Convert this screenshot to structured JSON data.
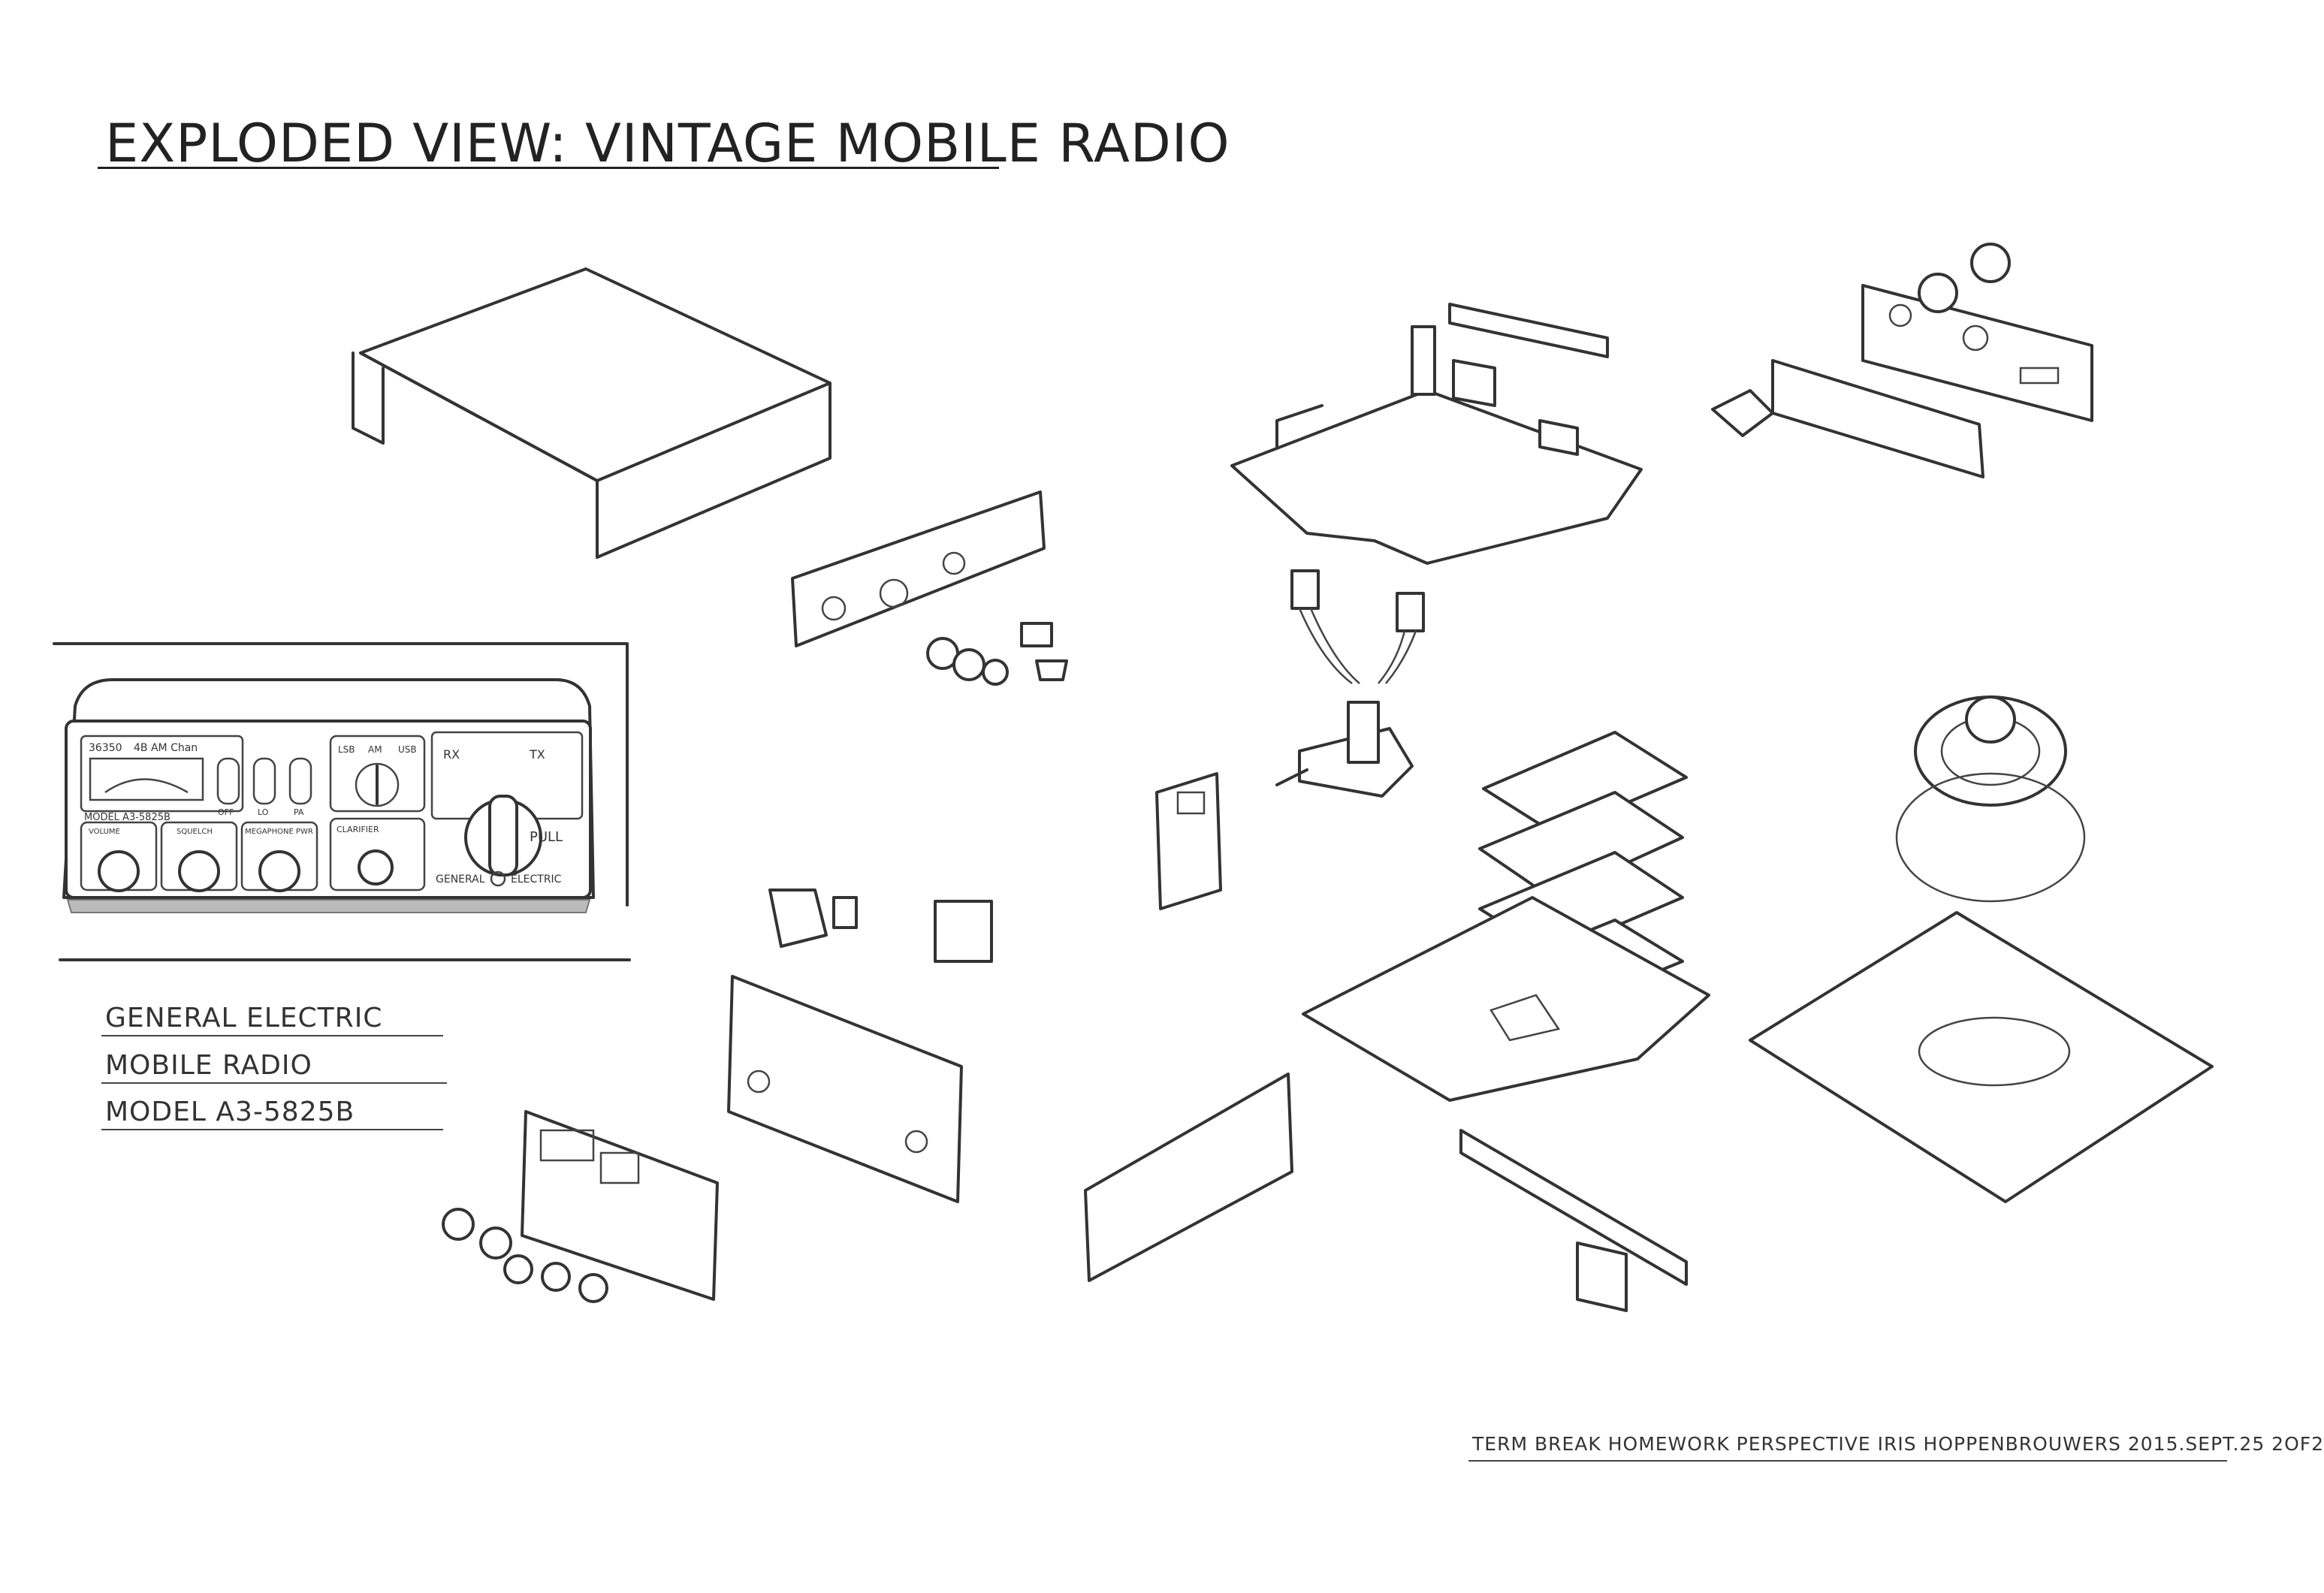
{
  "title": "EXPLODED VIEW: VINTAGE MOBILE RADIO",
  "info": {
    "line1": "GENERAL ELECTRIC",
    "line2": "MOBILE RADIO",
    "line3": "MODEL A3-5825B"
  },
  "footer": "TERM BREAK HOMEWORK PERSPECTIVE IRIS HOPPENBROUWERS 2015.SEPT.25 2OF2",
  "radio_front": {
    "display_channel": "36350",
    "display_mode": "4B AM Chan",
    "model_plate": "MODEL A3-5825B",
    "knob_labels": [
      "VOLUME",
      "SQUELCH",
      "MEGAPHONE PWR"
    ],
    "switch_label_lsb": "LSB",
    "switch_label_am": "AM",
    "switch_label_usb": "USB",
    "clarifier_label": "CLARIFIER",
    "switch_labels_off": [
      "OFF",
      "LO",
      "PA"
    ],
    "rx_label": "RX",
    "tx_label": "TX",
    "pull_label": "PULL",
    "brand_left": "GENERAL",
    "brand_right": "ELECTRIC"
  }
}
